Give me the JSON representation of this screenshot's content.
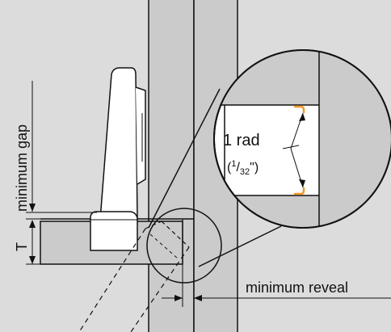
{
  "diagram": {
    "labels": {
      "minimum_gap": "minimum gap",
      "thickness": "T",
      "radius_value": "1 rad",
      "radius_open": "(",
      "radius_num": "1",
      "radius_slash": "/",
      "radius_den": "32",
      "radius_close": "\")",
      "minimum_reveal": "minimum reveal"
    },
    "colors": {
      "background": "#dcdcdc",
      "panel": "#cbcbcb",
      "line": "#111111",
      "white": "#ffffff",
      "accent": "#f39a2c"
    }
  }
}
